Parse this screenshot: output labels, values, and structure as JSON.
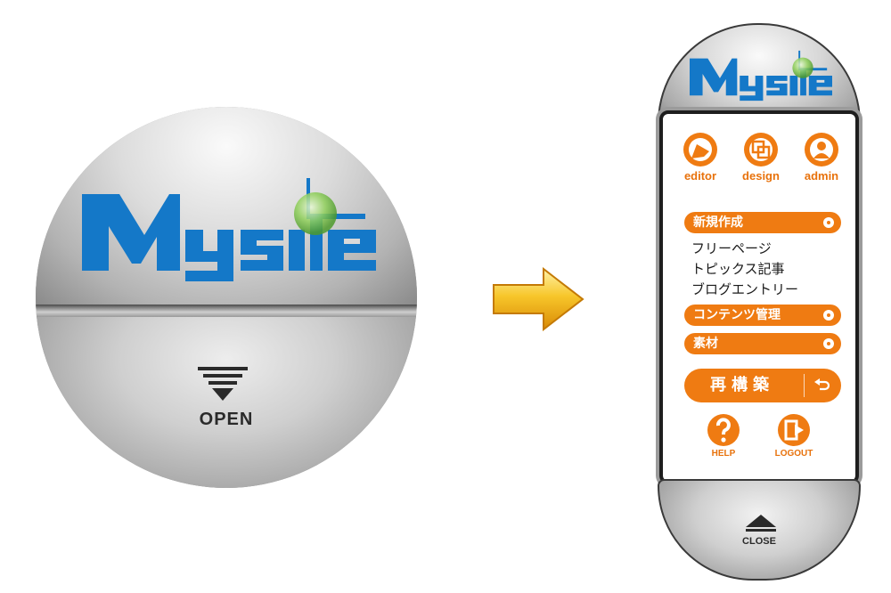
{
  "closed_view": {
    "logo_text": "Mysite",
    "open_label": "OPEN"
  },
  "open_view": {
    "logo_text": "Mysite",
    "tools": [
      {
        "label": "editor",
        "icon": "editor-icon"
      },
      {
        "label": "design",
        "icon": "design-icon"
      },
      {
        "label": "admin",
        "icon": "admin-icon"
      }
    ],
    "sections": {
      "new": {
        "label": "新規作成"
      },
      "contents": {
        "label": "コンテンツ管理"
      },
      "materials": {
        "label": "素材"
      }
    },
    "new_items": [
      "フリーページ",
      "トピックス記事",
      "ブログエントリー"
    ],
    "rebuild_label": "再構築",
    "bottom_tools": [
      {
        "label": "HELP",
        "icon": "help-icon"
      },
      {
        "label": "LOGOUT",
        "icon": "logout-icon"
      }
    ],
    "close_label": "CLOSE"
  },
  "colors": {
    "accent": "#ef7b12",
    "logo_blue": "#1478c8",
    "logo_green": "#7bc142"
  }
}
